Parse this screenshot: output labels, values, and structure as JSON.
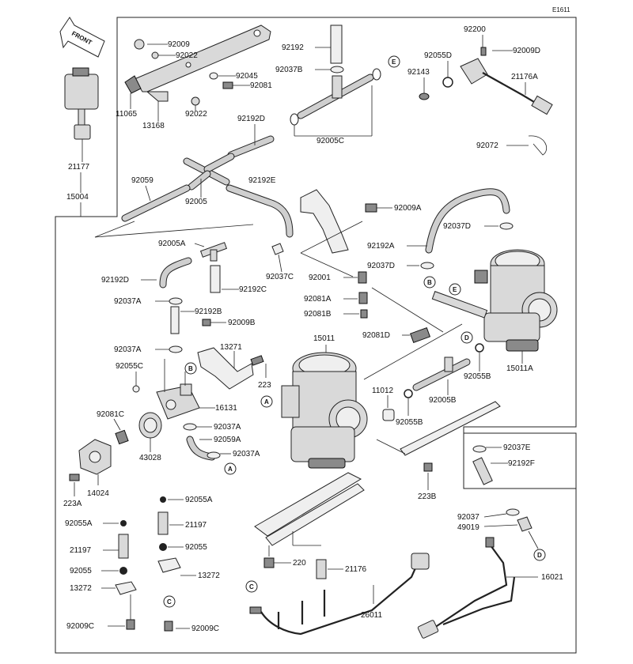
{
  "diagram_code": "E1611",
  "front_label": "FRONT",
  "ref_markers": {
    "a": "A",
    "b": "B",
    "c": "C",
    "d": "D",
    "e": "E"
  },
  "labels": {
    "p92009": "92009",
    "p92022_top": "92022",
    "p92045": "92045",
    "p92081": "92081",
    "p11065": "11065",
    "p92022_low": "92022",
    "p13168": "13168",
    "p21177": "21177",
    "p15004": "15004",
    "p92192": "92192",
    "p92037B": "92037B",
    "p92005C": "92005C",
    "p92143": "92143",
    "p92055D": "92055D",
    "p92200": "92200",
    "p92009D": "92009D",
    "p21176A": "21176A",
    "p92072": "92072",
    "p92192D": "92192D",
    "p92059": "92059",
    "p92005": "92005",
    "p92192E": "92192E",
    "p92009A": "92009A",
    "p92005A": "92005A",
    "p92192A": "92192A",
    "p92037D_top": "92037D",
    "p92037D_low": "92037D",
    "p92192D_low": "92192D",
    "p92037C": "92037C",
    "p92192C": "92192C",
    "p92001": "92001",
    "p92037A_1": "92037A",
    "p92192B": "92192B",
    "p92009B": "92009B",
    "p92081A": "92081A",
    "p92081B": "92081B",
    "p92081D": "92081D",
    "p13271": "13271",
    "p92037A_2": "92037A",
    "p15011": "15011",
    "p15011A": "15011A",
    "p92055C": "92055C",
    "p223": "223",
    "p11012": "11012",
    "p92055B_right": "92055B",
    "p92005B": "92005B",
    "p16131": "16131",
    "p92055B_mid": "92055B",
    "p92081C": "92081C",
    "p92037A_3": "92037A",
    "p92059A": "92059A",
    "p43028": "43028",
    "p92037A_4": "92037A",
    "p92037E": "92037E",
    "p92192F": "92192F",
    "p223A": "223A",
    "p14024": "14024",
    "p223B": "223B",
    "p92055A_1": "92055A",
    "p92055A_2": "92055A",
    "p21197_1": "21197",
    "p21197_2": "21197",
    "p92055_1": "92055",
    "p92055_2": "92055",
    "p13272_1": "13272",
    "p13272_2": "13272",
    "p92009C_1": "92009C",
    "p92009C_2": "92009C",
    "p92037": "92037",
    "p49019": "49019",
    "p16021": "16021",
    "p220": "220",
    "p21176": "21176",
    "p26011": "26011"
  }
}
